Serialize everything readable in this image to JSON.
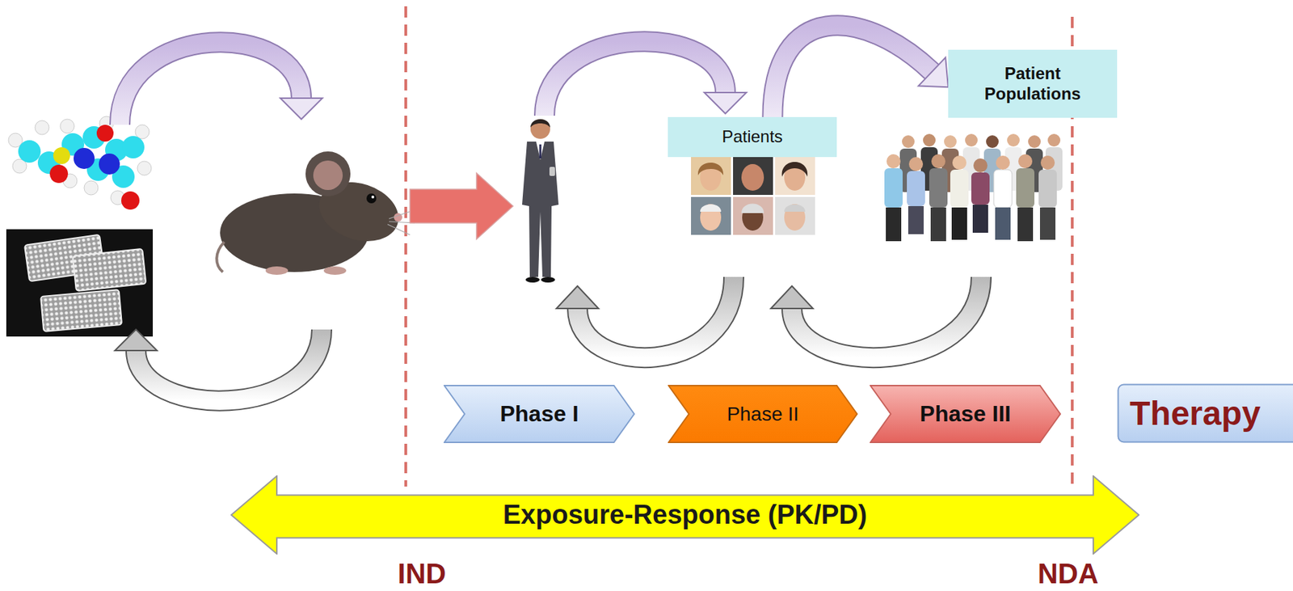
{
  "diagram": {
    "nodes": [
      {
        "text": [
          "Patients"
        ]
      },
      {
        "text": [
          "Patient Populations"
        ]
      },
      {
        "text": [
          "Phase I"
        ]
      },
      {
        "text": [
          "Phase II"
        ]
      },
      {
        "text": [
          "Phase III"
        ]
      },
      {
        "text": [
          "Therapy"
        ]
      },
      {
        "text": [
          "Exposure-Response (PK/PD)"
        ]
      }
    ],
    "edges": [
      {
        "from": 0,
        "to": 1,
        "arrow": "to"
      }
    ],
    "labels": [
      "IND",
      "NDA"
    ]
  }
}
